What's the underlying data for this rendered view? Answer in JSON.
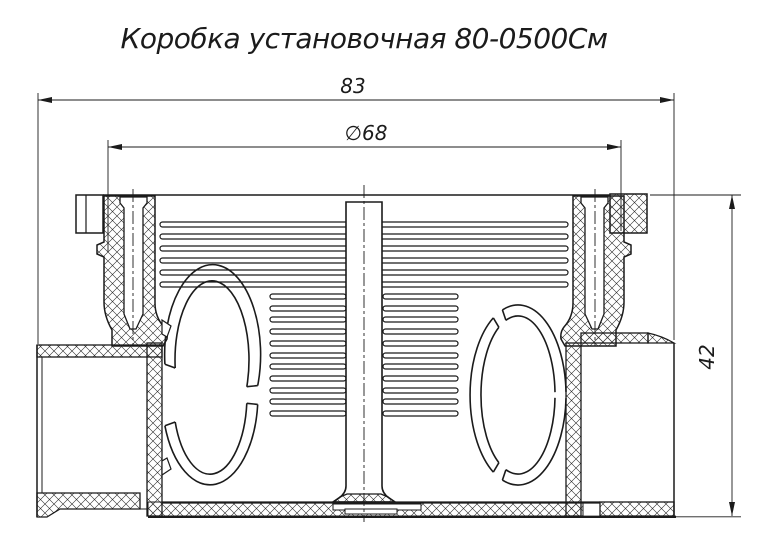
{
  "title": "Коробка установочная 80-0500См",
  "dimensions": {
    "overall_width": "83",
    "diameter": "∅68",
    "height": "42"
  }
}
